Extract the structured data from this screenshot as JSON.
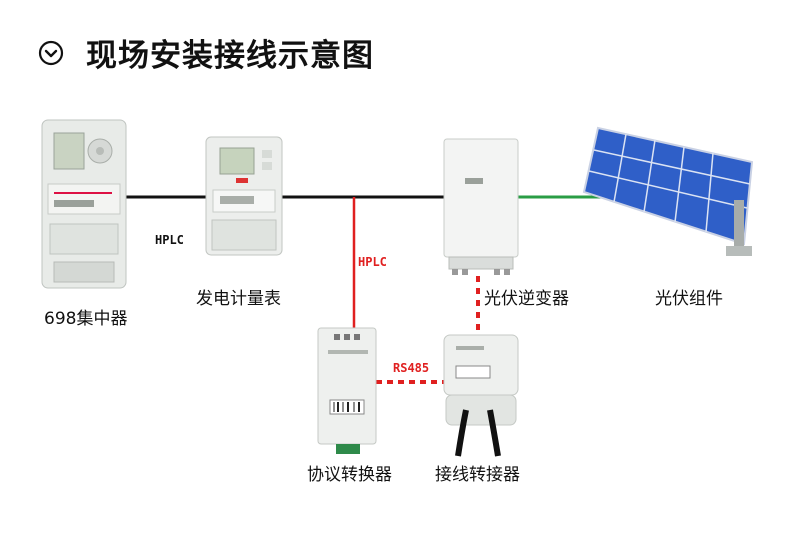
{
  "header": {
    "title": "现场安装接线示意图",
    "icon": "circle-chevron-down-icon"
  },
  "devices": {
    "concentrator": "698集中器",
    "meter": "发电计量表",
    "inverter": "光伏逆变器",
    "pv_module": "光伏组件",
    "protocol_converter": "协议转换器",
    "wiring_adapter": "接线转接器"
  },
  "links": {
    "concentrator_meter": "HPLC",
    "meter_converter": "HPLC",
    "converter_adapter": "RS485"
  },
  "colors": {
    "hplc_line": "#111111",
    "branch_line": "#e02020",
    "dc_line": "#2a9d45",
    "panel": "#2f5fc8",
    "device_body": "#eceeed"
  }
}
